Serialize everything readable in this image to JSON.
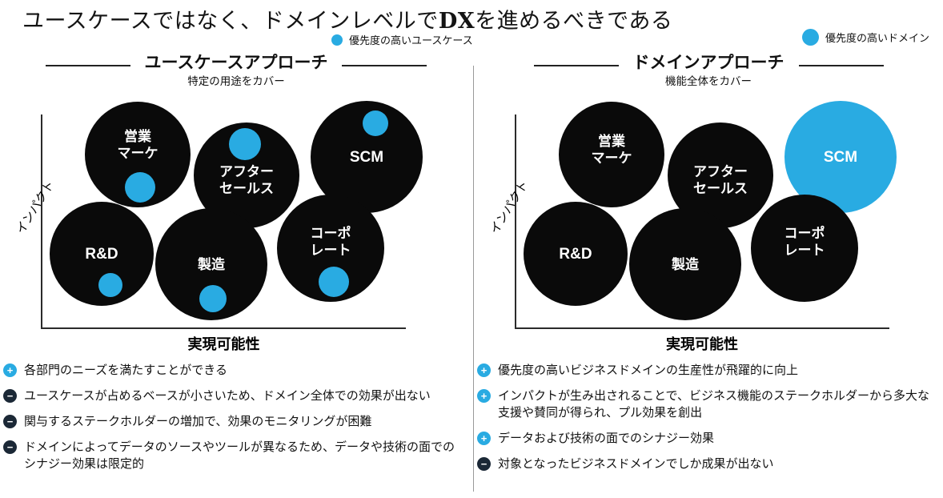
{
  "title": {
    "pre": "ユースケースではなく、ドメインレベルで",
    "bold": "DX",
    "post": "を進めるべきである"
  },
  "icons": {
    "plus_symbol": "+",
    "minus_symbol": "−"
  },
  "colors": {
    "accent_blue": "#29abe2",
    "bubble_black": "#0a0a0a",
    "minus_dark": "#1b2836"
  },
  "legends": {
    "usecase": {
      "label": "優先度の高いユースケース"
    },
    "domain": {
      "label": "優先度の高いドメイン"
    }
  },
  "panels": {
    "left": {
      "header": "ユースケースアプローチ",
      "subtitle": "特定の用途をカバー",
      "axis": {
        "x": "実現可能性",
        "y": "インパクト"
      },
      "bubbles": [
        {
          "id": "sales-marketing",
          "line1": "営業",
          "line2": "マーケ"
        },
        {
          "id": "after-sales",
          "line1": "アフター",
          "line2": "セールス"
        },
        {
          "id": "scm",
          "line1": "SCM",
          "line2": ""
        },
        {
          "id": "rnd",
          "line1": "R&D",
          "line2": ""
        },
        {
          "id": "manufacturing",
          "line1": "製造",
          "line2": ""
        },
        {
          "id": "corporate",
          "line1": "コーポ",
          "line2": "レート"
        }
      ],
      "bullets": [
        {
          "sign": "plus",
          "text": "各部門のニーズを満たすことができる"
        },
        {
          "sign": "minus",
          "text": "ユースケースが占めるベースが小さいため、ドメイン全体での効果が出ない"
        },
        {
          "sign": "minus",
          "text": "関与するステークホルダーの増加で、効果のモニタリングが困難"
        },
        {
          "sign": "minus",
          "text": "ドメインによってデータのソースやツールが異なるため、データや技術の面でのシナジー効果は限定的"
        }
      ]
    },
    "right": {
      "header": "ドメインアプローチ",
      "subtitle": "機能全体をカバー",
      "axis": {
        "x": "実現可能性",
        "y": "インパクト"
      },
      "bubbles": [
        {
          "id": "sales-marketing",
          "line1": "営業",
          "line2": "マーケ"
        },
        {
          "id": "after-sales",
          "line1": "アフター",
          "line2": "セールス"
        },
        {
          "id": "scm",
          "line1": "SCM",
          "line2": "",
          "highlight": "blue"
        },
        {
          "id": "rnd",
          "line1": "R&D",
          "line2": ""
        },
        {
          "id": "manufacturing",
          "line1": "製造",
          "line2": ""
        },
        {
          "id": "corporate",
          "line1": "コーポ",
          "line2": "レート"
        }
      ],
      "bullets": [
        {
          "sign": "plus",
          "text": "優先度の高いビジネスドメインの生産性が飛躍的に向上"
        },
        {
          "sign": "plus",
          "text": "インパクトが生み出されることで、ビジネス機能のステークホルダーから多大な支援や賛同が得られ、プル効果を創出"
        },
        {
          "sign": "plus",
          "text": "データおよび技術の面でのシナジー効果"
        },
        {
          "sign": "minus",
          "text": "対象となったビジネスドメインでしか成果が出ない"
        }
      ]
    }
  }
}
